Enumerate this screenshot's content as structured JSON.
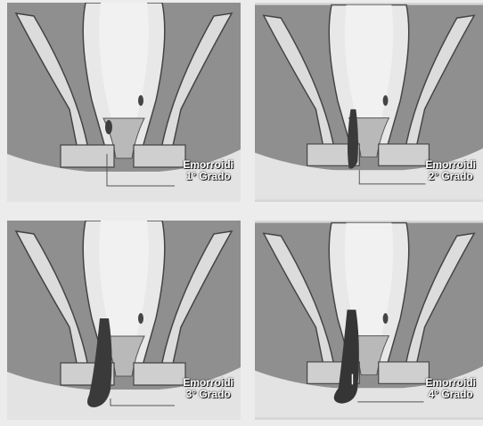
{
  "panels": [
    {
      "line1": "Emorroidi",
      "line2": "1° Grado"
    },
    {
      "line1": "Emorroidi",
      "line2": "2° Grado"
    },
    {
      "line1": "Emorroidi",
      "line2": "3° Grado"
    },
    {
      "line1": "Emorroidi",
      "line2": "4° Grado"
    }
  ]
}
